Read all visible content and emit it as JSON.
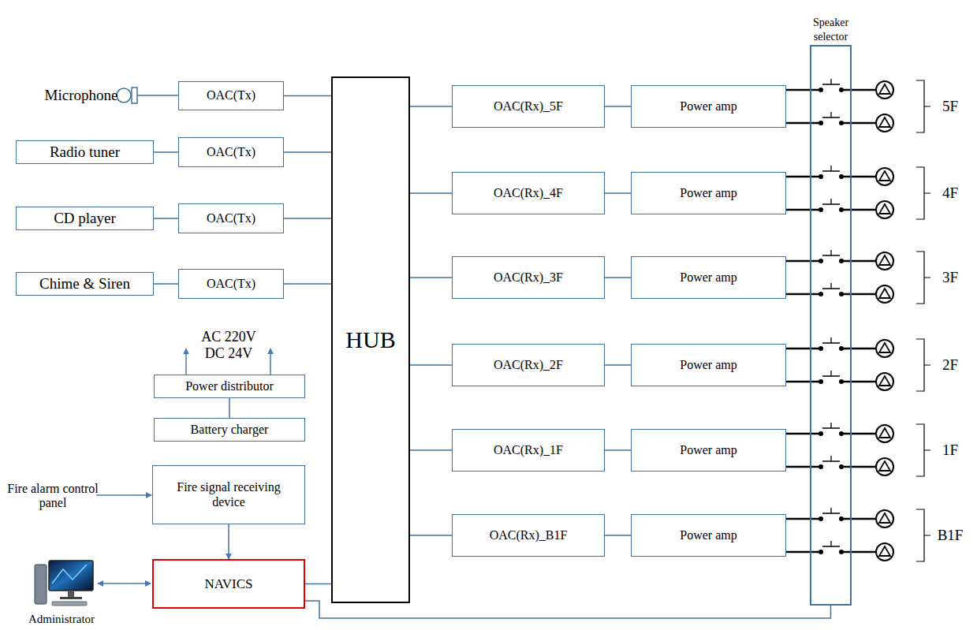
{
  "diagram": {
    "nodes": [
      {
        "text": [
          "OAC(Tx)"
        ]
      },
      {
        "text": [
          "Radio tuner"
        ]
      },
      {
        "text": [
          "OAC(Tx)"
        ]
      },
      {
        "text": [
          "CD player"
        ]
      },
      {
        "text": [
          "OAC(Tx)"
        ]
      },
      {
        "text": [
          "Chime & Siren"
        ]
      },
      {
        "text": [
          "OAC(Tx)"
        ]
      },
      {
        "text": [
          "Power distributor"
        ]
      },
      {
        "text": [
          "Battery charger"
        ]
      },
      {
        "text": [
          "Fire signal receiving device"
        ]
      },
      {
        "text": [
          "NAVICS"
        ]
      },
      {
        "text": [
          "HUB"
        ]
      },
      {
        "text": [
          "OAC(Rx)_5F"
        ]
      },
      {
        "text": [
          "OAC(Rx)_4F"
        ]
      },
      {
        "text": [
          "OAC(Rx)_3F"
        ]
      },
      {
        "text": [
          "OAC(Rx)_2F"
        ]
      },
      {
        "text": [
          "OAC(Rx)_1F"
        ]
      },
      {
        "text": [
          "OAC(Rx)_B1F"
        ]
      },
      {
        "text": [
          "Power amp"
        ]
      },
      {
        "text": [
          "Power amp"
        ]
      },
      {
        "text": [
          "Power amp"
        ]
      },
      {
        "text": [
          "Power amp"
        ]
      },
      {
        "text": [
          "Power amp"
        ]
      },
      {
        "text": [
          "Power amp"
        ]
      },
      {
        "text": [
          "Speaker selector"
        ]
      }
    ],
    "edges": [
      {
        "from": 1,
        "to": 2,
        "arrow": "none"
      },
      {
        "from": 3,
        "to": 4,
        "arrow": "none"
      },
      {
        "from": 5,
        "to": 6,
        "arrow": "none"
      },
      {
        "from": 0,
        "to": 11,
        "arrow": "none"
      },
      {
        "from": 2,
        "to": 11,
        "arrow": "none"
      },
      {
        "from": 4,
        "to": 11,
        "arrow": "none"
      },
      {
        "from": 6,
        "to": 11,
        "arrow": "none"
      },
      {
        "from": 8,
        "to": 7,
        "arrow": "none"
      },
      {
        "from": 9,
        "to": 10,
        "arrow": "to"
      },
      {
        "from": 10,
        "to": 11,
        "arrow": "none"
      },
      {
        "from": 11,
        "to": 12,
        "arrow": "none"
      },
      {
        "from": 11,
        "to": 13,
        "arrow": "none"
      },
      {
        "from": 11,
        "to": 14,
        "arrow": "none"
      },
      {
        "from": 11,
        "to": 15,
        "arrow": "none"
      },
      {
        "from": 11,
        "to": 16,
        "arrow": "none"
      },
      {
        "from": 11,
        "to": 17,
        "arrow": "none"
      },
      {
        "from": 12,
        "to": 18,
        "arrow": "none"
      },
      {
        "from": 13,
        "to": 19,
        "arrow": "none"
      },
      {
        "from": 14,
        "to": 20,
        "arrow": "none"
      },
      {
        "from": 15,
        "to": 21,
        "arrow": "none"
      },
      {
        "from": 16,
        "to": 22,
        "arrow": "none"
      },
      {
        "from": 17,
        "to": 23,
        "arrow": "none"
      },
      {
        "from": 18,
        "to": 24,
        "arrow": "none"
      },
      {
        "from": 18,
        "to": 24,
        "arrow": "none"
      },
      {
        "from": 19,
        "to": 24,
        "arrow": "none"
      },
      {
        "from": 19,
        "to": 24,
        "arrow": "none"
      },
      {
        "from": 20,
        "to": 24,
        "arrow": "none"
      },
      {
        "from": 20,
        "to": 24,
        "arrow": "none"
      },
      {
        "from": 21,
        "to": 24,
        "arrow": "none"
      },
      {
        "from": 21,
        "to": 24,
        "arrow": "none"
      },
      {
        "from": 22,
        "to": 24,
        "arrow": "none"
      },
      {
        "from": 22,
        "to": 24,
        "arrow": "none"
      },
      {
        "from": 23,
        "to": 24,
        "arrow": "none"
      },
      {
        "from": 23,
        "to": 24,
        "arrow": "none"
      },
      {
        "from": 10,
        "to": 24,
        "arrow": "none"
      }
    ],
    "labels": [
      "Microphone",
      "AC 220V",
      "DC 24V",
      "Fire alarm control panel",
      "Administrator",
      "5F",
      "4F",
      "3F",
      "2F",
      "1F",
      "B1F"
    ]
  }
}
